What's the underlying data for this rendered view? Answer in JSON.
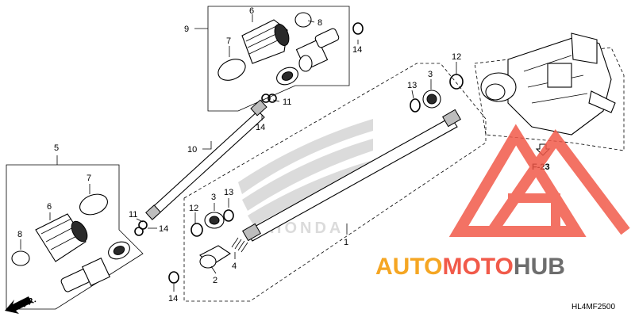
{
  "callouts": {
    "c1": "1",
    "c2": "2",
    "c3_right": "3",
    "c3_left": "3",
    "c4": "4",
    "c5": "5",
    "c6_top": "6",
    "c6_left": "6",
    "c7_top": "7",
    "c7_left": "7",
    "c8_top": "8",
    "c8_left": "8",
    "c9": "9",
    "c10": "10",
    "c11_top": "11",
    "c11_left": "11",
    "c12_right": "12",
    "c12_left": "12",
    "c13_right": "13",
    "c13_left": "13",
    "c14_topright": "14",
    "c14_shaft": "14",
    "c14_joint": "14",
    "c14_bottom": "14"
  },
  "brand_logo_text": "HONDA",
  "reference": "F-23",
  "front_arrow": "FR.",
  "diagram_code": "HL4MF2500",
  "watermark": {
    "part1": "AUTO",
    "part2": "MOTO",
    "part3": "HUB",
    "color_orange": "#f5a623",
    "color_red": "#f15a4a",
    "color_dark": "#6d6d6d"
  }
}
